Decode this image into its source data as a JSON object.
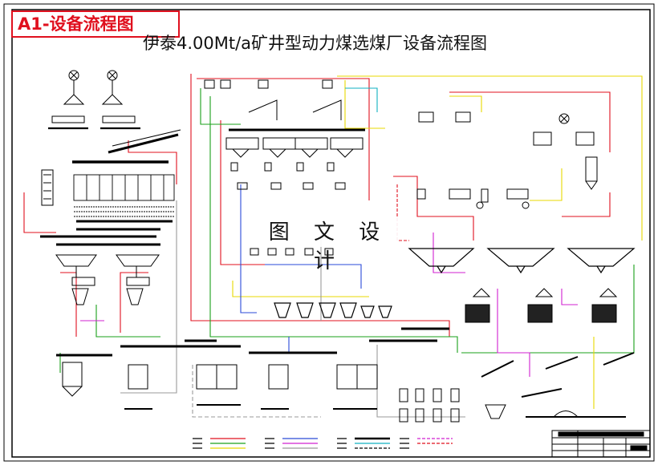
{
  "drawing_tag": "A1-设备流程图",
  "drawing_title": "伊泰4.00Mt/a矿井型动力煤选煤厂设备流程图",
  "watermark": "图 文 设 计",
  "colors": {
    "frame": "#000000",
    "tag_red": "#e0101e",
    "pipe_red": "#e0101e",
    "pipe_green": "#1aa01a",
    "pipe_yellow": "#e8d800",
    "pipe_blue": "#2a4ad8",
    "pipe_magenta": "#d020d0",
    "pipe_gray": "#9a9a9a",
    "pipe_cyan": "#10b0c0"
  },
  "equipment_icons": [
    "raw-coal-bunker-icon",
    "belt-conveyor-icon",
    "screen-icon",
    "crusher-icon",
    "dense-medium-cyclone-icon",
    "thickener-icon",
    "filter-press-icon",
    "pump-icon",
    "product-bin-icon",
    "stockpile-icon",
    "title-block-icon"
  ]
}
